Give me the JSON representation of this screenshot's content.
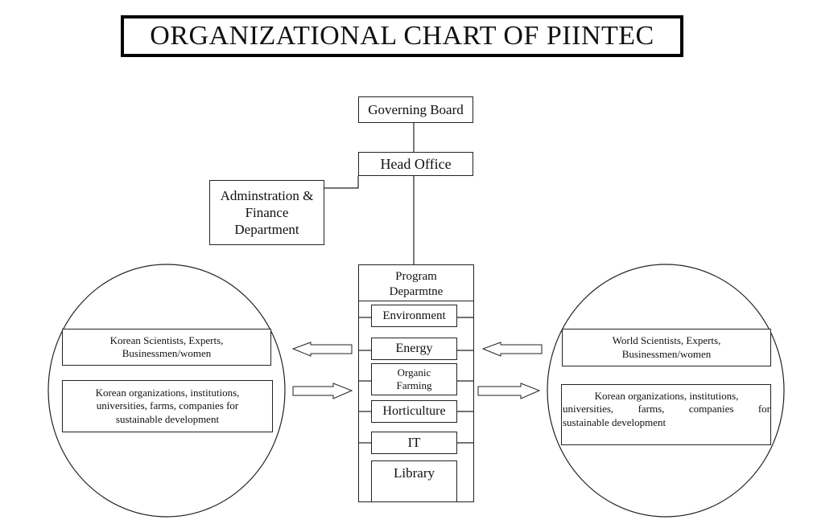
{
  "title": "ORGANIZATIONAL CHART OF PIINTEC",
  "nodes": {
    "governing_board": "Governing Board",
    "head_office": "Head Office",
    "admin_finance": [
      "Adminstration &",
      "Finance",
      "Department"
    ],
    "program_department": [
      "Program",
      "Deparmtne"
    ],
    "sub_units": [
      "Environment",
      "Energy",
      [
        "Organic",
        "Farming"
      ],
      "Horticulture",
      "IT",
      "Library"
    ]
  },
  "left_group": {
    "people": [
      "Korean Scientists, Experts,",
      "Businessmen/women"
    ],
    "organizations": [
      "Korean organizations, institutions,",
      "universities, farms, companies for",
      "sustainable development"
    ]
  },
  "right_group": {
    "people": [
      "World Scientists, Experts,",
      "Businessmen/women"
    ],
    "organizations": [
      "Korean organizations, institutions,",
      "universities, farms, companies for",
      "sustainable development"
    ]
  },
  "colors": {
    "line": "#222222",
    "background": "#ffffff"
  }
}
